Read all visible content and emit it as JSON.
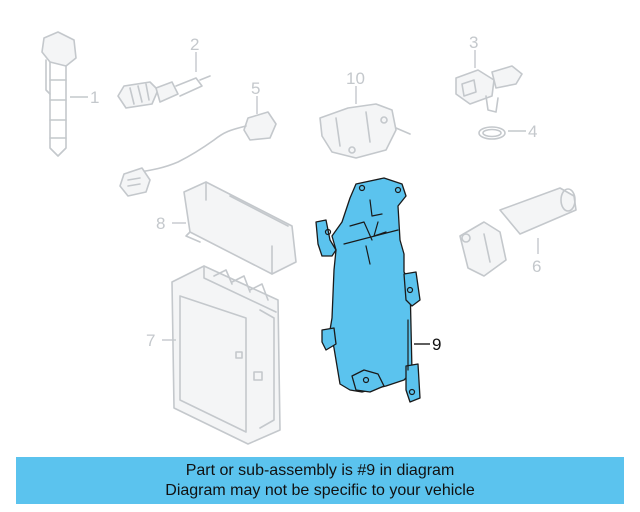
{
  "callouts": {
    "c1": "1",
    "c2": "2",
    "c3": "3",
    "c4": "4",
    "c5": "5",
    "c6": "6",
    "c7": "7",
    "c8": "8",
    "c9": "9",
    "c10": "10"
  },
  "highlight_color": "#5bc3ee",
  "banner": {
    "line1": "Part or sub-assembly is #9 in diagram",
    "line2": "Diagram may not be specific to your vehicle"
  }
}
